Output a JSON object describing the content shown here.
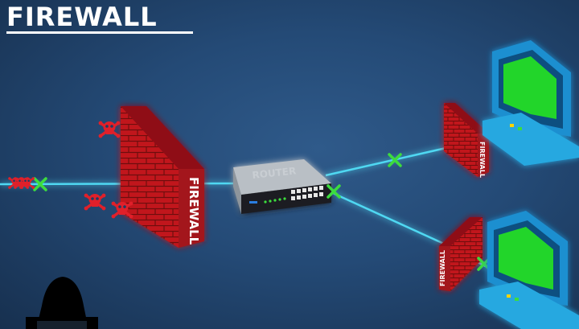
{
  "title": "FIREWALL",
  "router": {
    "label": "ROUTER"
  },
  "firewalls": {
    "main": "FIREWALL",
    "top_right": "FIREWALL",
    "bottom_right": "FIREWALL"
  },
  "colors": {
    "background": "#244a76",
    "link": "#4fd8f2",
    "brick": "#c1161d",
    "blocked_marker": "#3ddc3d",
    "threat": "#e0202a",
    "monitor_screen": "#22d52a",
    "computer_body": "#28a8e0"
  },
  "icons": {
    "threat": "skull-crossbones-icon",
    "blocked": "x-mark-icon",
    "computer": "desktop-computer-icon",
    "hacker": "hacker-silhouette-icon"
  }
}
